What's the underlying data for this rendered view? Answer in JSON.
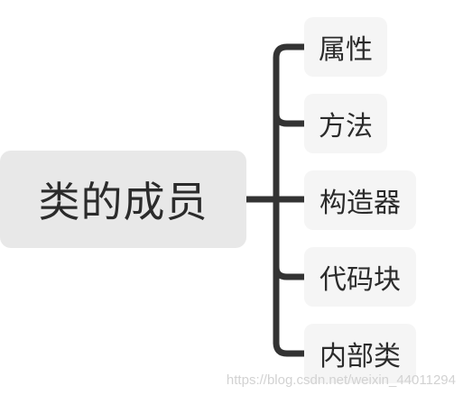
{
  "root": {
    "label": "类的成员"
  },
  "children": [
    {
      "label": "属性"
    },
    {
      "label": "方法"
    },
    {
      "label": "构造器"
    },
    {
      "label": "代码块"
    },
    {
      "label": "内部类"
    }
  ],
  "watermark": "https://blog.csdn.net/weixin_44011294",
  "colors": {
    "connector": "#333333",
    "root_bg": "#e8e8e8",
    "child_bg": "#f5f5f5",
    "text": "#2b2b2b"
  }
}
